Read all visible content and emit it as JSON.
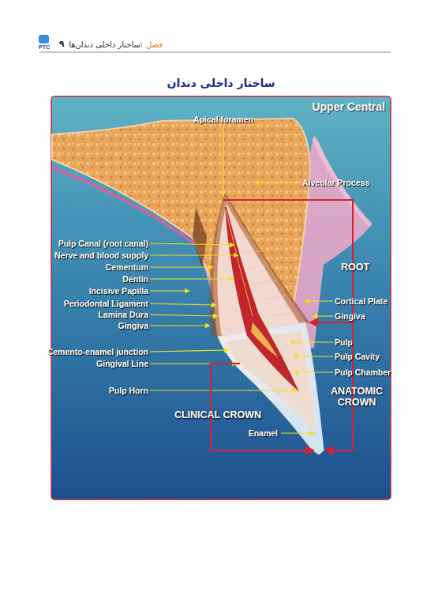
{
  "diagram": {
    "title": "ساختار داخلی دندان",
    "labels": [
      "فصل ۱",
      "ساختار داخلی دندان‌ها",
      "۹",
      "PTC",
      "Upper Central",
      "Apical foramen",
      "Alveolar Process",
      "Pulp Canal (root canal)",
      "Nerve and blood supply",
      "Cementum",
      "Dentin",
      "Incisive Papilla",
      "Periodontal Ligament",
      "Lamina Dura",
      "Gingiva",
      "ROOT",
      "Cortical Plate",
      "Gingiva",
      "Cemento-enamel junction",
      "Gingival Line",
      "Pulp",
      "Pulp Cavity",
      "Pulp Chamber",
      "Pulp Horn",
      "ANATOMIC CROWN",
      "CLINICAL CROWN",
      "Enamel"
    ]
  }
}
